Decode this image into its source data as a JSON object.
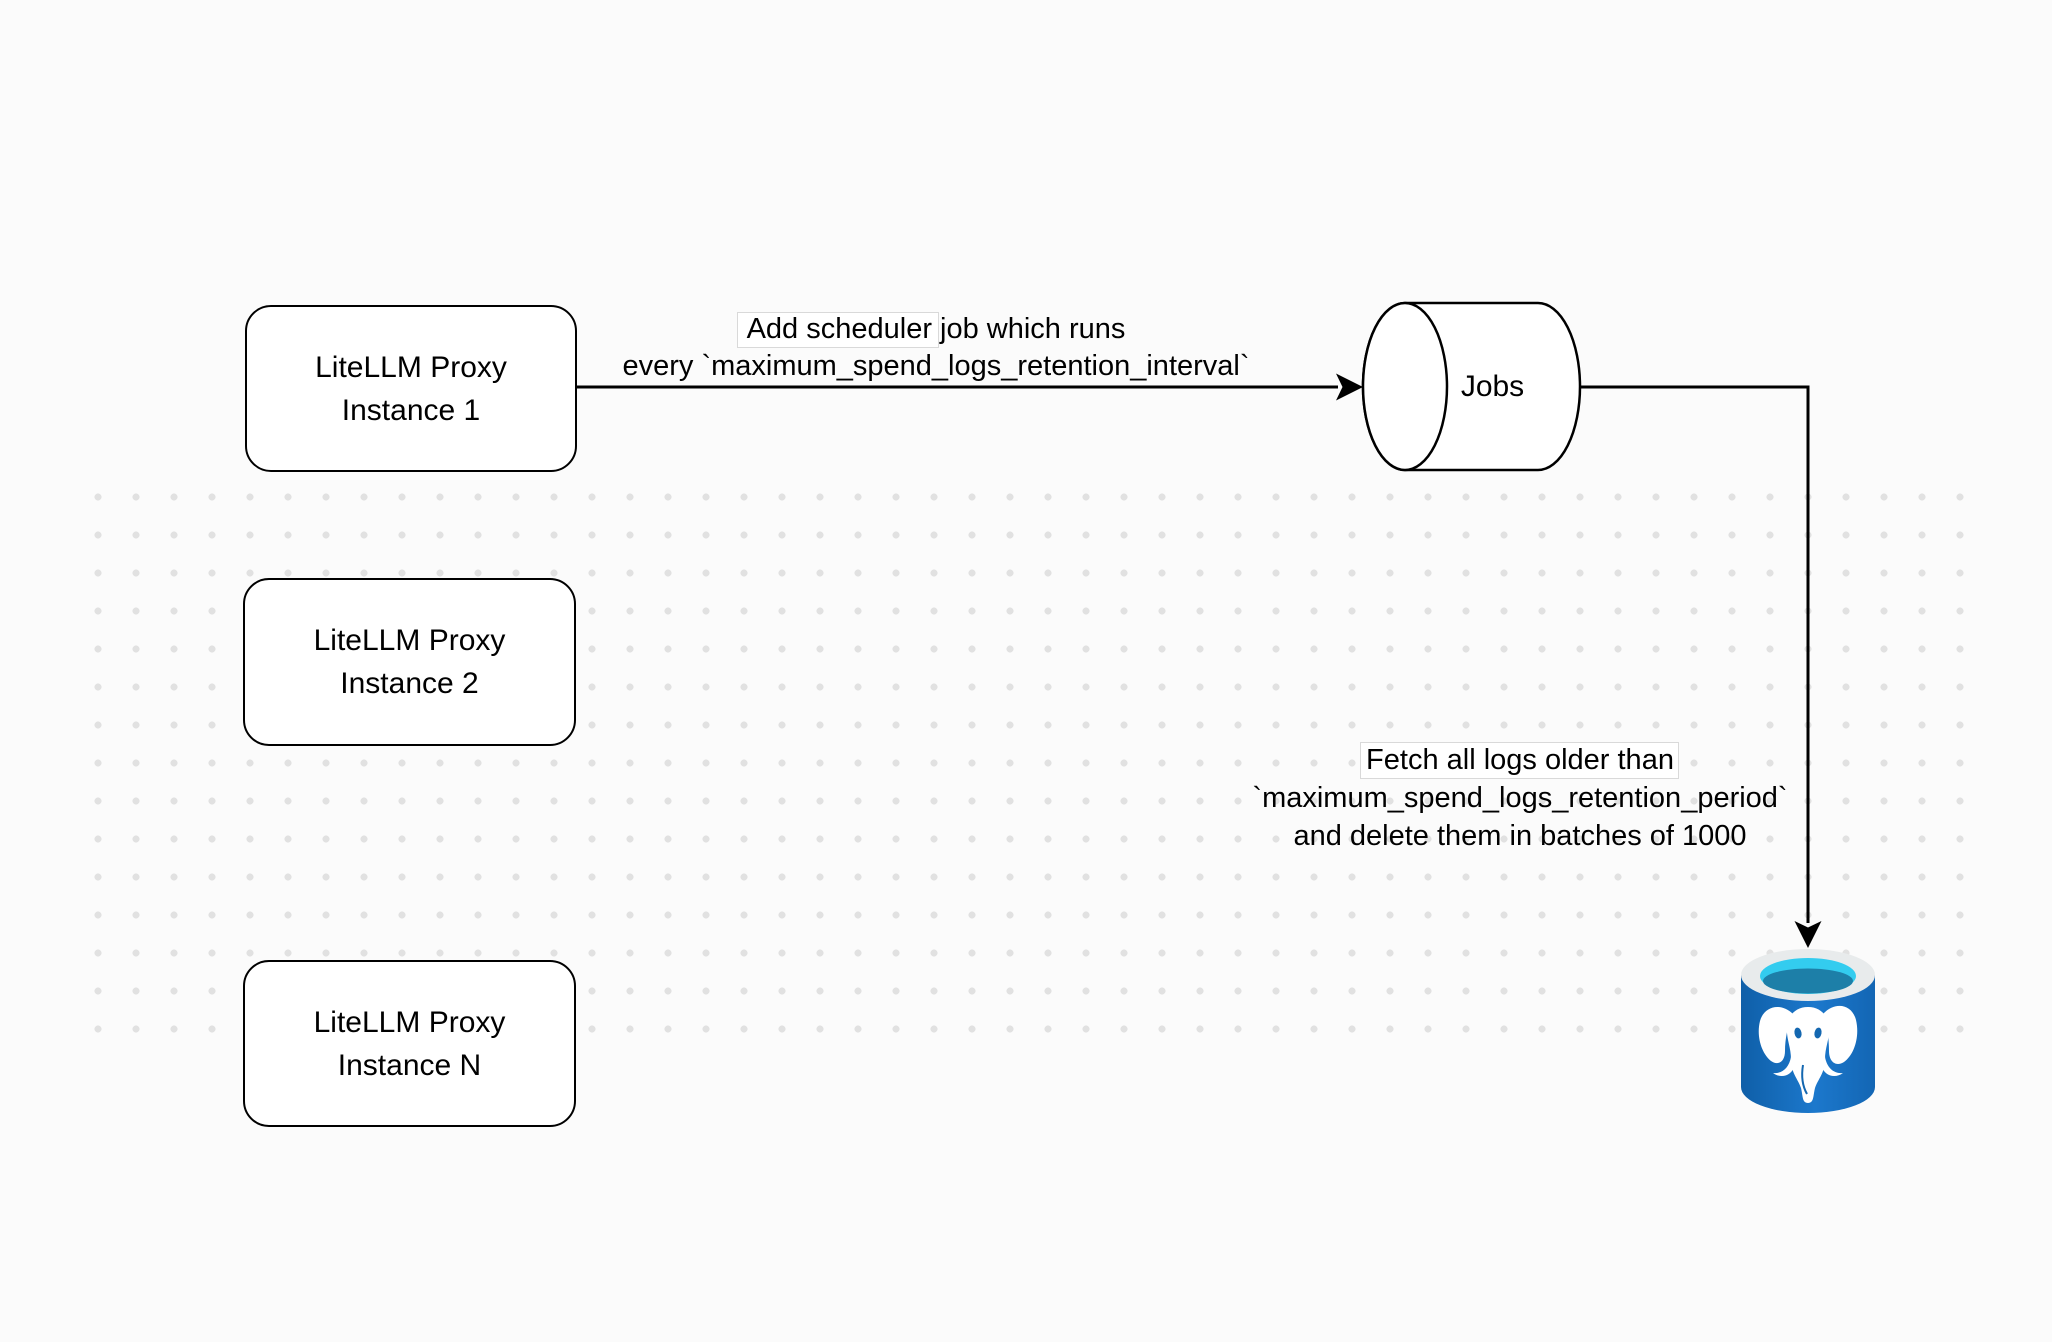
{
  "diagram": {
    "nodes": {
      "proxy1": {
        "line1": "LiteLLM Proxy",
        "line2": "Instance 1"
      },
      "proxy2": {
        "line1": "LiteLLM Proxy",
        "line2": "Instance 2"
      },
      "proxyN": {
        "line1": "LiteLLM Proxy",
        "line2": "Instance N"
      },
      "jobs": {
        "label": "Jobs"
      },
      "database": {
        "icon": "postgresql-elephant-database"
      }
    },
    "edges": {
      "scheduler": {
        "line1": "Add scheduler job which runs",
        "line2": "every `maximum_spend_logs_retention_interval`"
      },
      "fetch": {
        "line1": "Fetch all logs older than",
        "line2": "`maximum_spend_logs_retention_period`",
        "line3": "and delete them in batches of 1000"
      }
    },
    "colors": {
      "canvas_bg": "#FBFBFB",
      "grid_dot": "#E1E1E1",
      "shape_stroke": "#000000",
      "shape_fill": "#FFFFFF",
      "postgres_blue_dark": "#0F5FA8",
      "postgres_blue_light": "#1C78CC",
      "postgres_rim": "#E8EBEC",
      "postgres_cyan": "#33CCEF",
      "postgres_teal": "#1D7FA8",
      "elephant": "#FFFFFF"
    }
  }
}
